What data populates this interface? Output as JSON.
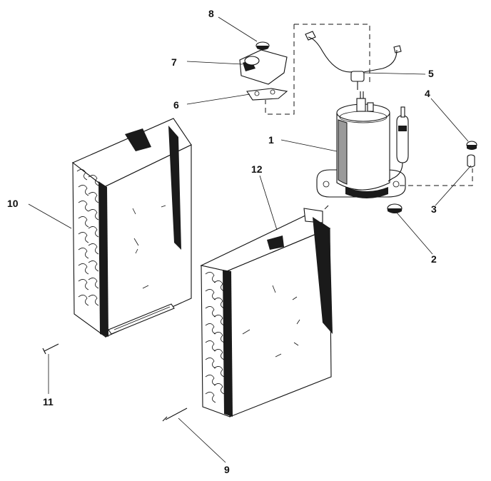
{
  "callouts": {
    "c1": "1",
    "c2": "2",
    "c3": "3",
    "c4": "4",
    "c5": "5",
    "c6": "6",
    "c7": "7",
    "c8": "8",
    "c9": "9",
    "c10": "10",
    "c11": "11",
    "c12": "12"
  },
  "parts": {
    "p1": "compressor",
    "p2": "grommet",
    "p3": "spacer",
    "p4": "nut",
    "p5": "overload protector",
    "p6": "mounting bracket",
    "p7": "terminal cover",
    "p8": "nut",
    "p9": "screw",
    "p10": "evaporator coil",
    "p11": "screw",
    "p12": "condenser coil"
  },
  "colors": {
    "ink": "#111111",
    "paper": "#ffffff",
    "shade": "#1a1a1a"
  }
}
